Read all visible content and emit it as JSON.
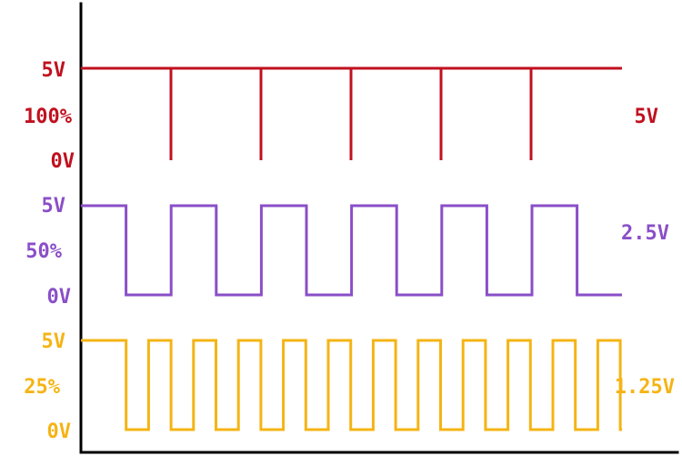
{
  "colors": {
    "axis": "#000000",
    "background": "#ffffff"
  },
  "waveforms": [
    {
      "duty_label": "100%",
      "high_label": "5V",
      "low_label": "0V",
      "average_label": "5V",
      "color": "#c0111f",
      "duty_cycle": 1.0,
      "periods": 5
    },
    {
      "duty_label": "50%",
      "high_label": "5V",
      "low_label": "0V",
      "average_label": "2.5V",
      "color": "#8a4fc7",
      "duty_cycle": 0.5,
      "periods": 6
    },
    {
      "duty_label": "25%",
      "high_label": "5V",
      "low_label": "0V",
      "average_label": "1.25V",
      "color": "#f5b414",
      "duty_cycle": 0.5,
      "periods": 12
    }
  ]
}
